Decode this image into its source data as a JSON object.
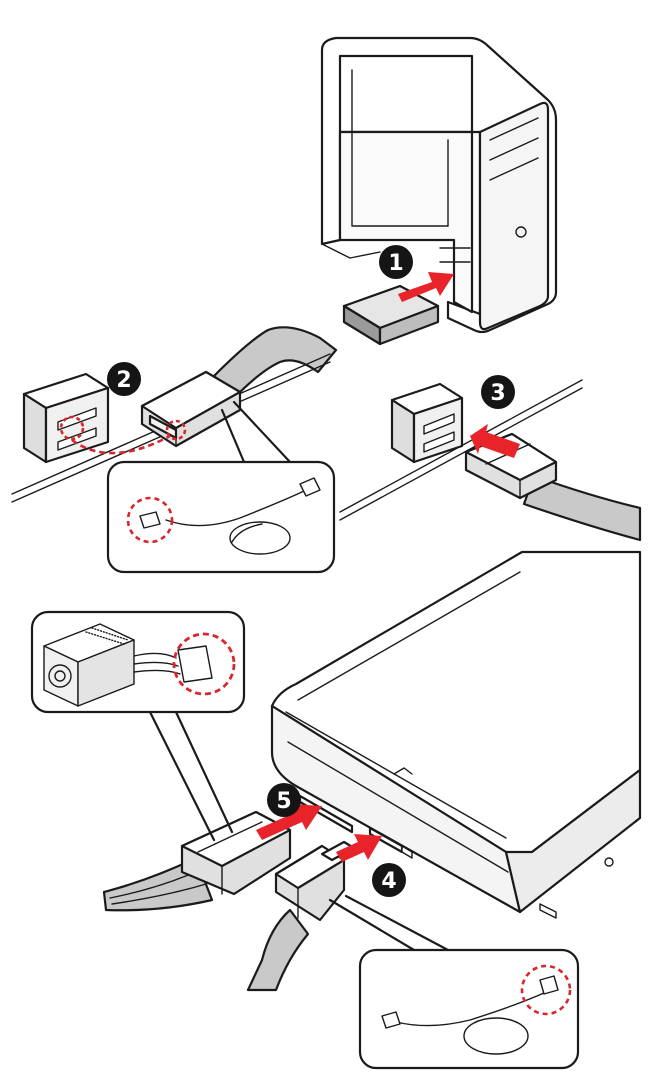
{
  "steps": [
    {
      "number": "1"
    },
    {
      "number": "2"
    },
    {
      "number": "3"
    },
    {
      "number": "4"
    },
    {
      "number": "5"
    }
  ],
  "colors": {
    "line": "#1b1b1b",
    "arrow": "#e8242a",
    "dashed_highlight": "#d9262b",
    "cable_fill": "#c9c9c9",
    "panel_fill": "#f2f2f2",
    "badge": "#151515"
  },
  "icons": [
    "pc-case-icon",
    "hard-drive-icon",
    "sata-port-icon",
    "sata-cable-icon",
    "power-supply-icon",
    "power-connector-icon",
    "arrow-icon"
  ]
}
